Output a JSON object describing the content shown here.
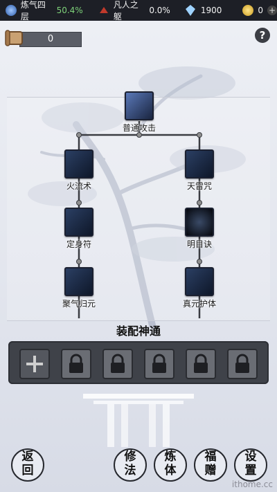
{
  "topbar": {
    "cultivation_label": "炼气四层",
    "cultivation_pct": "50.4%",
    "body_label": "凡人之躯",
    "body_pct": "0.0%",
    "crystals": "1900",
    "coins": "0"
  },
  "scroll_count": "0",
  "help_label": "?",
  "skills": {
    "root": "普通攻击",
    "left": [
      "火流术",
      "定身符",
      "聚气归元"
    ],
    "right": [
      "天雷咒",
      "明目诀",
      "真元护体"
    ]
  },
  "equip_title": "装配神通",
  "bottom": {
    "back": [
      "返",
      "回"
    ],
    "xiufa": [
      "修",
      "法"
    ],
    "lianti": [
      "炼",
      "体"
    ],
    "fuzeng": [
      "福",
      "赠"
    ],
    "shezhi": [
      "设",
      "置"
    ]
  },
  "watermark": "ithome.cc"
}
